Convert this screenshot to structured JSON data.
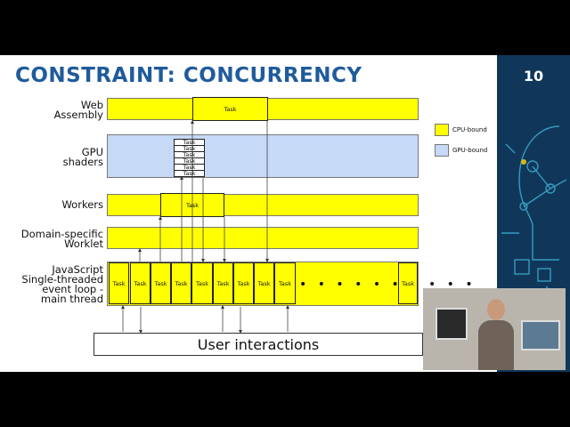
{
  "slide": {
    "title": "Constraint: Concurrency",
    "page_number": "10"
  },
  "lanes": {
    "wasm": "Web\nAssembly",
    "gpu": "GPU\nshaders",
    "workers": "Workers",
    "worklet": "Domain-specific\nWorklet",
    "main": "JavaScript\nSingle-threaded\nevent loop -\nmain thread"
  },
  "task_label": "Task",
  "legend": {
    "cpu": "CPU-bound",
    "gpu": "GPU-bound"
  },
  "colors": {
    "cpu": "#ffff00",
    "gpu": "#c6d9f7",
    "title": "#1f5b9c",
    "sidebar": "#10375a"
  },
  "user_interactions": "User interactions",
  "dots": "• • • • • • • • • •"
}
